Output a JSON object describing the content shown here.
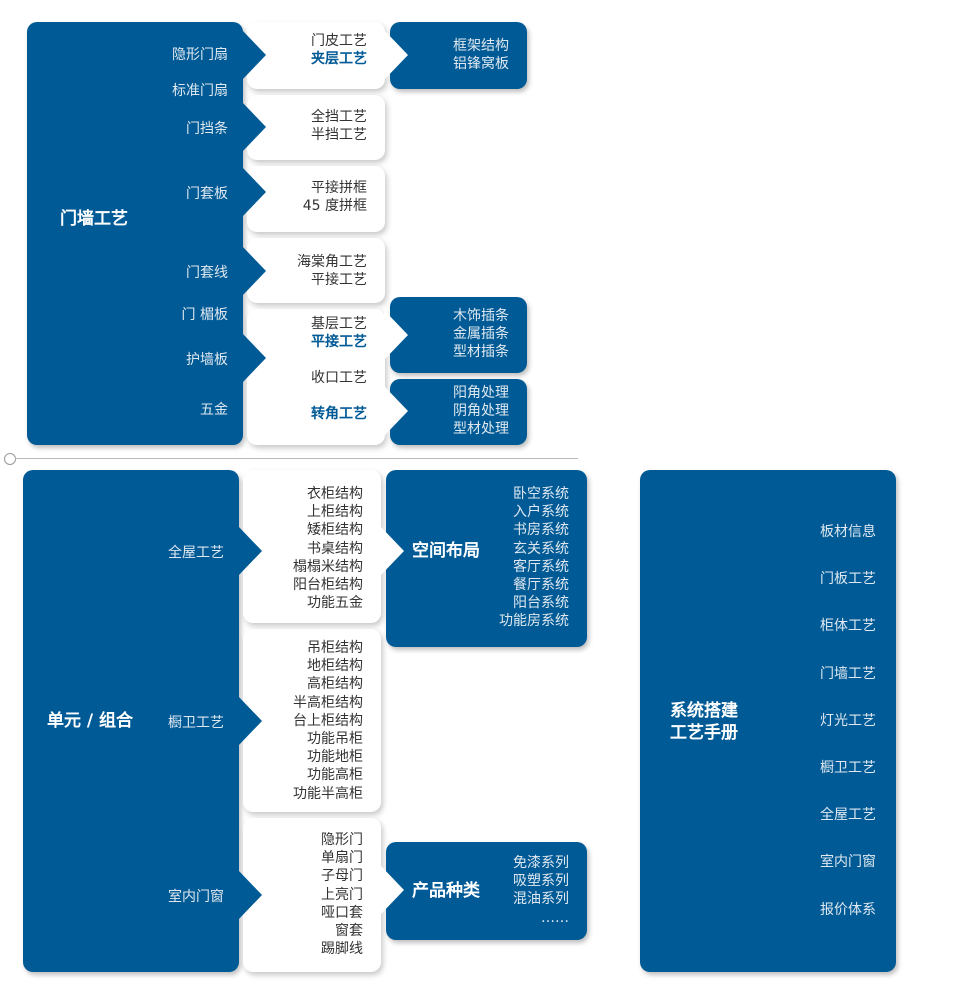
{
  "door_wall": {
    "title": "门墙工艺",
    "categories": [
      "隐形门扇",
      "标准门扇",
      "门挡条",
      "门套板",
      "门套线",
      "门 楣板",
      "护墙板",
      "五金"
    ],
    "box1": [
      {
        "label": "门皮工艺"
      },
      {
        "label": "夹层工艺",
        "emphasis": true
      }
    ],
    "box1_detail": [
      {
        "label": "框架结构"
      },
      {
        "label": "铝锋窝板"
      }
    ],
    "box2": [
      {
        "label": "全挡工艺"
      },
      {
        "label": "半挡工艺"
      }
    ],
    "box3": [
      {
        "label": "平接拼框"
      },
      {
        "label": "45 度拼框"
      }
    ],
    "box4": [
      {
        "label": "海棠角工艺"
      },
      {
        "label": "平接工艺"
      }
    ],
    "box5a": [
      {
        "label": "基层工艺"
      },
      {
        "label": "平接工艺",
        "emphasis": true
      }
    ],
    "box5b": [
      {
        "label": "收口工艺"
      }
    ],
    "box5c": [
      {
        "label": "转角工艺",
        "emphasis": true
      }
    ],
    "box5_detail1": [
      {
        "label": "木饰插条"
      },
      {
        "label": "金属插条"
      },
      {
        "label": "型材插条"
      }
    ],
    "box5_detail2": [
      {
        "label": "阳角处理"
      },
      {
        "label": "阴角处理"
      },
      {
        "label": "型材处理"
      }
    ]
  },
  "unit": {
    "title": "单元 / 组合",
    "categories": [
      "全屋工艺",
      "橱卫工艺",
      "室内门窗"
    ],
    "box1": [
      {
        "label": "衣柜结构"
      },
      {
        "label": "上柜结构"
      },
      {
        "label": "矮柜结构"
      },
      {
        "label": "书桌结构"
      },
      {
        "label": "榻榻米结构"
      },
      {
        "label": "阳台柜结构"
      },
      {
        "label": "功能五金"
      }
    ],
    "space_title": "空间布局",
    "space": [
      {
        "label": "卧空系统"
      },
      {
        "label": "入户系统"
      },
      {
        "label": "书房系统"
      },
      {
        "label": "玄关系统"
      },
      {
        "label": "客厅系统"
      },
      {
        "label": "餐厅系统"
      },
      {
        "label": "阳台系统"
      },
      {
        "label": "功能房系统"
      }
    ],
    "box2": [
      {
        "label": "吊柜结构"
      },
      {
        "label": "地柜结构"
      },
      {
        "label": "高柜结构"
      },
      {
        "label": "半高柜结构"
      },
      {
        "label": "台上柜结构"
      },
      {
        "label": "功能吊柜"
      },
      {
        "label": "功能地柜"
      },
      {
        "label": "功能高柜"
      },
      {
        "label": "功能半高柜"
      }
    ],
    "box3": [
      {
        "label": "隐形门"
      },
      {
        "label": "单扇门"
      },
      {
        "label": "子母门"
      },
      {
        "label": "上亮门"
      },
      {
        "label": "哑口套"
      },
      {
        "label": "窗套"
      },
      {
        "label": "踢脚线"
      }
    ],
    "product_title": "产品种类",
    "product": [
      {
        "label": "免漆系列"
      },
      {
        "label": "吸塑系列"
      },
      {
        "label": "混油系列"
      },
      {
        "label": "……"
      }
    ]
  },
  "manual": {
    "title_line1": "系统搭建",
    "title_line2": "工艺手册",
    "items": [
      "板材信息",
      "门板工艺",
      "柜体工艺",
      "门墙工艺",
      "灯光工艺",
      "橱卫工艺",
      "全屋工艺",
      "室内门窗",
      "报价体系"
    ]
  }
}
